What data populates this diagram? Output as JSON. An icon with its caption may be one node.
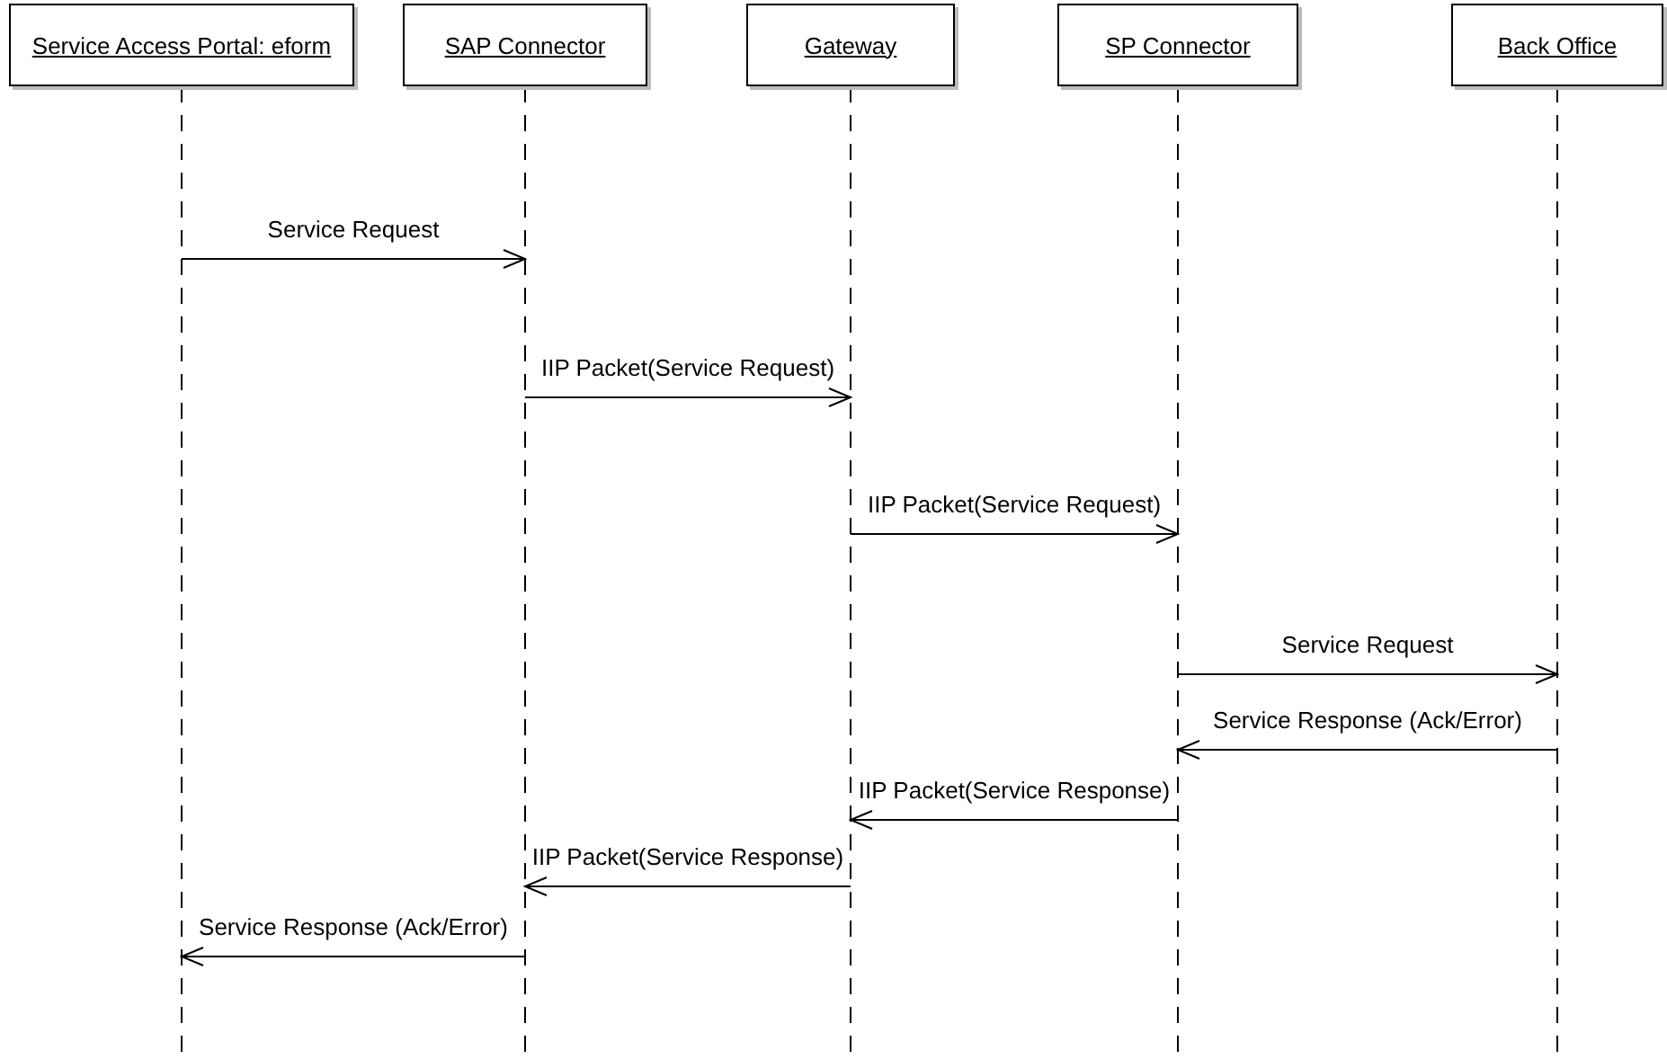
{
  "diagram": {
    "nodes": [
      {
        "text": [
          "Service Access Portal: eform"
        ]
      },
      {
        "text": [
          "SAP Connector"
        ]
      },
      {
        "text": [
          "Gateway"
        ]
      },
      {
        "text": [
          "SP Connector"
        ]
      },
      {
        "text": [
          "Back Office"
        ]
      }
    ],
    "edges": [
      {
        "from": 0,
        "to": 1,
        "arrow": "to",
        "label": "Service Request"
      },
      {
        "from": 1,
        "to": 2,
        "arrow": "to",
        "label": "IIP Packet(Service Request)"
      },
      {
        "from": 2,
        "to": 3,
        "arrow": "to",
        "label": "IIP Packet(Service Request)"
      },
      {
        "from": 3,
        "to": 4,
        "arrow": "to",
        "label": "Service Request"
      },
      {
        "from": 4,
        "to": 3,
        "arrow": "to",
        "label": "Service Response (Ack/Error)"
      },
      {
        "from": 3,
        "to": 2,
        "arrow": "to",
        "label": "IIP Packet(Service Response)"
      },
      {
        "from": 2,
        "to": 1,
        "arrow": "to",
        "label": "IIP Packet(Service Response)"
      },
      {
        "from": 1,
        "to": 0,
        "arrow": "to",
        "label": "Service Response (Ack/Error)"
      }
    ]
  }
}
